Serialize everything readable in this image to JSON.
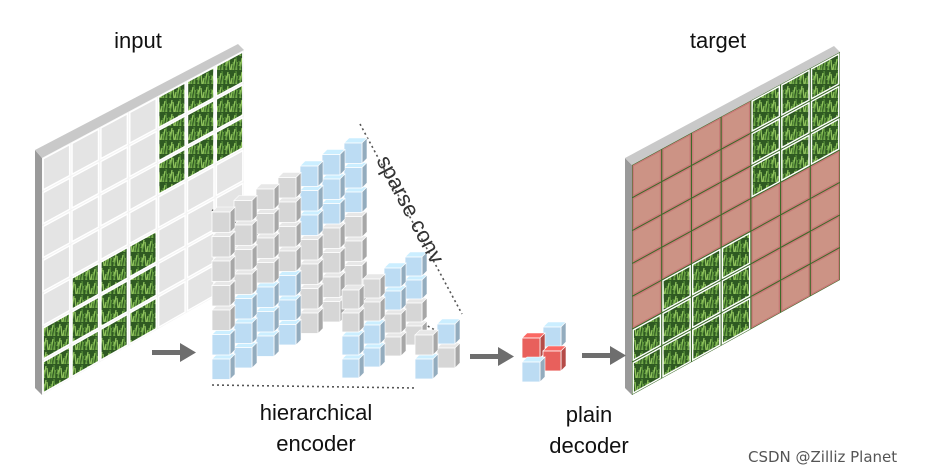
{
  "labels": {
    "input": "input",
    "target": "target",
    "sparse_conv": "sparse conv",
    "encoder_line1": "hierarchical",
    "encoder_line2": "encoder",
    "decoder_line1": "plain",
    "decoder_line2": "decoder"
  },
  "watermark": "CSDN @Zilliz Planet",
  "colors": {
    "grass": "#3f6e2a",
    "masked_patch": "#e4e4e4",
    "visible_cube": "#bcdcf3",
    "masked_cube": "#d6d6d6",
    "target_overlay": "#e69a97",
    "decoder_red": "#e8605c",
    "arrow": "#6e6e6e"
  }
}
